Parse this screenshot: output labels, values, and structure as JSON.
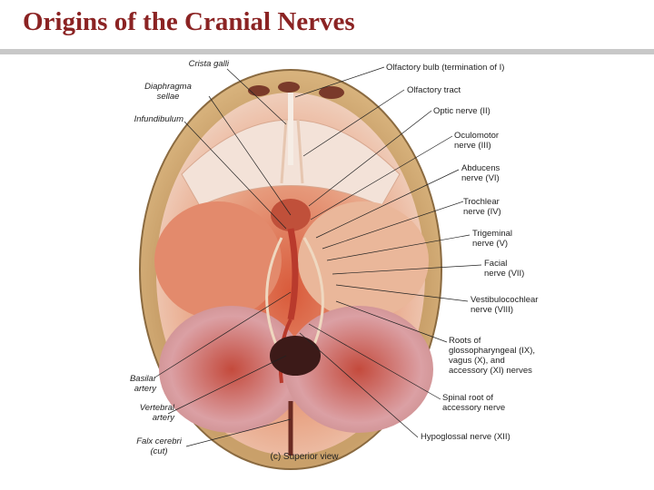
{
  "slide": {
    "title": "Origins of the Cranial Nerves",
    "title_color": "#8b2323",
    "rule_color": "#c8c8c8"
  },
  "figure": {
    "caption": "(c) Superior view",
    "left_labels": {
      "crista_galli": "Crista galli",
      "diaphragma_sellae": "Diaphragma\nsellae",
      "infundibulum": "Infundibulum",
      "basilar_artery": "Basilar\nartery",
      "vertebral_artery": "Vertebral\nartery",
      "falx_cerebri": "Falx cerebri\n(cut)"
    },
    "right_labels": {
      "olfactory_bulb": "Olfactory bulb (termination of I)",
      "olfactory_tract": "Olfactory tract",
      "optic_nerve": "Optic nerve (II)",
      "oculomotor_nerve": "Oculomotor\nnerve (III)",
      "abducens_nerve": "Abducens\nnerve (VI)",
      "trochlear_nerve": "Trochlear\nnerve (IV)",
      "trigeminal_nerve": "Trigeminal\nnerve (V)",
      "facial_nerve": "Facial\nnerve (VII)",
      "vestibulocochlear_nerve": "Vestibulocochlear\nnerve (VIII)",
      "roots_glossopharyngeal": "Roots of\nglossopharyngeal (IX),\nvagus (X), and\naccessory (XI) nerves",
      "spinal_root_accessory": "Spinal root of\naccessory nerve",
      "hypoglossal_nerve": "Hypoglossal nerve (XII)"
    }
  }
}
